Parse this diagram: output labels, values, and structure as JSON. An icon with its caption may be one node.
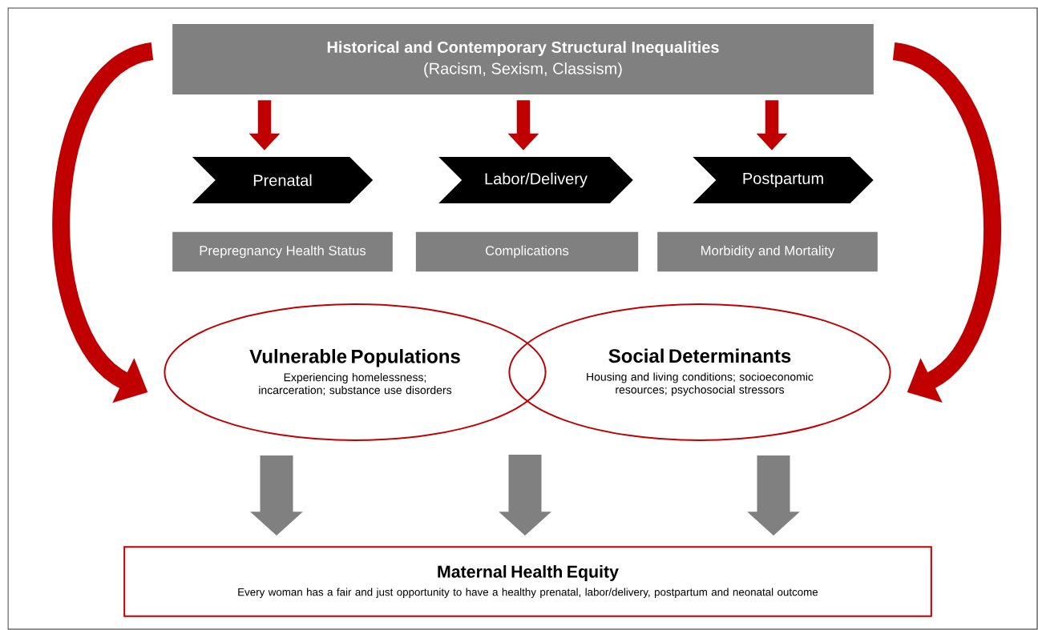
{
  "diagram": {
    "nodes": [
      {
        "text": [
          "Historical and Contemporary Structural Inequalities",
          "(Racism, Sexism, Classism)"
        ]
      },
      {
        "text": [
          "Prenatal"
        ]
      },
      {
        "text": [
          "Labor/Delivery"
        ]
      },
      {
        "text": [
          "Postpartum"
        ]
      },
      {
        "text": [
          "Prepregnancy Health Status"
        ]
      },
      {
        "text": [
          "Complications"
        ]
      },
      {
        "text": [
          "Morbidity and Mortality"
        ]
      },
      {
        "text": [
          "Vulnerable Populations",
          "Experiencing homelessness; incarceration; substance use disorders"
        ]
      },
      {
        "text": [
          "Social Determinants",
          "Housing and living conditions; socioeconomic resources; psychosocial stressors"
        ]
      },
      {
        "text": [
          "Maternal Health Equity",
          "Every woman has a fair and just opportunity to have a healthy prenatal, labor/delivery, postpartum and neonatal outcome"
        ]
      }
    ],
    "edges": [
      {
        "from": 0,
        "to": 1,
        "arrow": "to",
        "color": "#c00000"
      },
      {
        "from": 0,
        "to": 2,
        "arrow": "to",
        "color": "#c00000"
      },
      {
        "from": 0,
        "to": 3,
        "arrow": "to",
        "color": "#c00000"
      },
      {
        "from": 0,
        "to": 7,
        "arrow": "to",
        "color": "#c00000"
      },
      {
        "from": 0,
        "to": 8,
        "arrow": "to",
        "color": "#c00000"
      },
      {
        "from": 7,
        "to": 9,
        "arrow": "to",
        "style": "thick",
        "color": "#808080"
      },
      {
        "from": null,
        "to": 9,
        "arrow": "to",
        "style": "thick",
        "color": "#808080"
      },
      {
        "from": 8,
        "to": 9,
        "arrow": "to",
        "style": "thick",
        "color": "#808080"
      }
    ]
  }
}
